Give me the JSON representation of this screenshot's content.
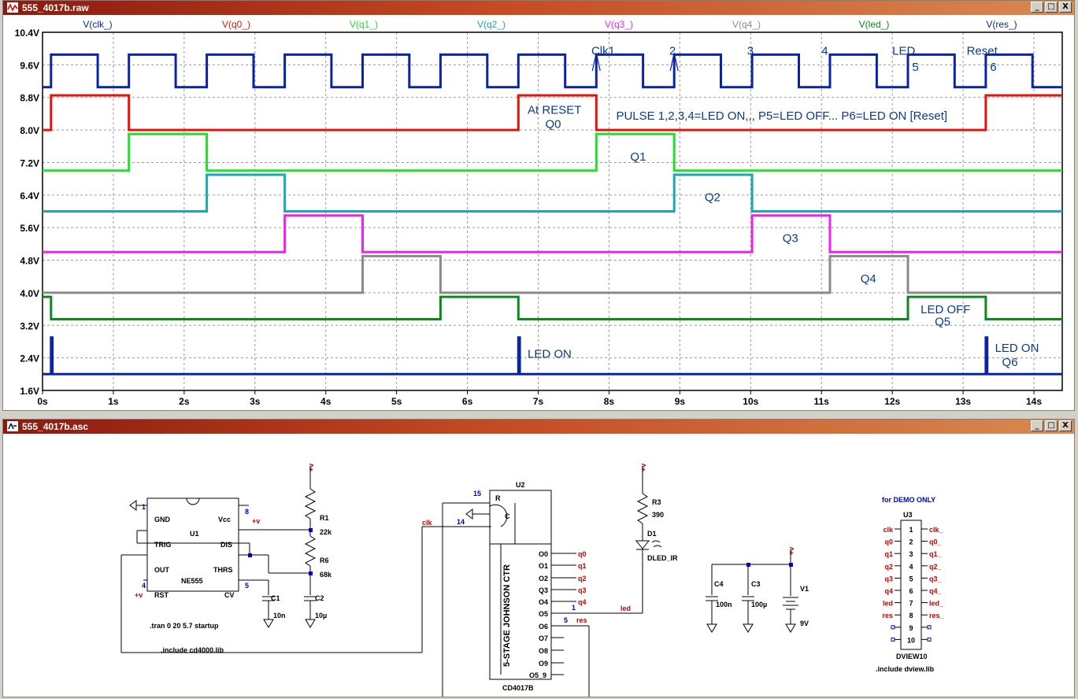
{
  "plot_window": {
    "title": "555_4017b.raw",
    "controls": [
      "_",
      "□",
      "X"
    ]
  },
  "schematic_window": {
    "title": "555_4017b.asc",
    "controls": [
      "_",
      "□",
      "X"
    ]
  },
  "chart_data": {
    "type": "line",
    "y_ticks": [
      "10.4V",
      "9.6V",
      "8.8V",
      "8.0V",
      "7.2V",
      "6.4V",
      "5.6V",
      "4.8V",
      "4.0V",
      "3.2V",
      "2.4V",
      "1.6V"
    ],
    "x_ticks": [
      "0s",
      "1s",
      "2s",
      "3s",
      "4s",
      "5s",
      "6s",
      "7s",
      "8s",
      "9s",
      "10s",
      "11s",
      "12s",
      "13s",
      "14s"
    ],
    "xlim": [
      0,
      14.4
    ],
    "ylim": [
      1.6,
      10.4
    ],
    "grid": true,
    "series": [
      {
        "name": "V(clk_)",
        "color": "#0a23a8",
        "low": 9.05,
        "high": 9.85,
        "points": [
          [
            0,
            9.05
          ],
          [
            0.12,
            9.05
          ],
          [
            0.12,
            9.85
          ],
          [
            0.78,
            9.85
          ],
          [
            0.78,
            9.05
          ],
          [
            1.22,
            9.05
          ],
          [
            1.22,
            9.85
          ],
          [
            1.88,
            9.85
          ],
          [
            1.88,
            9.05
          ],
          [
            2.32,
            9.05
          ],
          [
            2.32,
            9.85
          ],
          [
            2.98,
            9.85
          ],
          [
            2.98,
            9.05
          ],
          [
            3.42,
            9.05
          ],
          [
            3.42,
            9.85
          ],
          [
            4.08,
            9.85
          ],
          [
            4.08,
            9.05
          ],
          [
            4.52,
            9.05
          ],
          [
            4.52,
            9.85
          ],
          [
            5.18,
            9.85
          ],
          [
            5.18,
            9.05
          ],
          [
            5.62,
            9.05
          ],
          [
            5.62,
            9.85
          ],
          [
            6.28,
            9.85
          ],
          [
            6.28,
            9.05
          ],
          [
            6.72,
            9.05
          ],
          [
            6.72,
            9.85
          ],
          [
            7.38,
            9.85
          ],
          [
            7.38,
            9.05
          ],
          [
            7.82,
            9.05
          ],
          [
            7.82,
            9.85
          ],
          [
            8.48,
            9.85
          ],
          [
            8.48,
            9.05
          ],
          [
            8.92,
            9.05
          ],
          [
            8.92,
            9.85
          ],
          [
            9.58,
            9.85
          ],
          [
            9.58,
            9.05
          ],
          [
            10.02,
            9.05
          ],
          [
            10.02,
            9.85
          ],
          [
            10.68,
            9.85
          ],
          [
            10.68,
            9.05
          ],
          [
            11.12,
            9.05
          ],
          [
            11.12,
            9.85
          ],
          [
            11.78,
            9.85
          ],
          [
            11.78,
            9.05
          ],
          [
            12.22,
            9.05
          ],
          [
            12.22,
            9.85
          ],
          [
            12.88,
            9.85
          ],
          [
            12.88,
            9.05
          ],
          [
            13.32,
            9.05
          ],
          [
            13.32,
            9.85
          ],
          [
            13.98,
            9.85
          ],
          [
            13.98,
            9.05
          ],
          [
            14.4,
            9.05
          ]
        ]
      },
      {
        "name": "V(q0_)",
        "color": "#e8120c",
        "points": [
          [
            0,
            8.0
          ],
          [
            0.12,
            8.0
          ],
          [
            0.12,
            8.85
          ],
          [
            1.22,
            8.85
          ],
          [
            1.22,
            8.0
          ],
          [
            6.72,
            8.0
          ],
          [
            6.72,
            8.85
          ],
          [
            7.82,
            8.85
          ],
          [
            7.82,
            8.0
          ],
          [
            13.32,
            8.0
          ],
          [
            13.32,
            8.85
          ],
          [
            14.4,
            8.85
          ]
        ]
      },
      {
        "name": "V(q1_)",
        "color": "#22e02a",
        "points": [
          [
            0,
            7.0
          ],
          [
            1.22,
            7.0
          ],
          [
            1.22,
            7.9
          ],
          [
            2.32,
            7.9
          ],
          [
            2.32,
            7.0
          ],
          [
            7.82,
            7.0
          ],
          [
            7.82,
            7.9
          ],
          [
            8.92,
            7.9
          ],
          [
            8.92,
            7.0
          ],
          [
            14.4,
            7.0
          ]
        ]
      },
      {
        "name": "V(q2_)",
        "color": "#1aa9b0",
        "points": [
          [
            0,
            6.0
          ],
          [
            2.32,
            6.0
          ],
          [
            2.32,
            6.9
          ],
          [
            3.42,
            6.9
          ],
          [
            3.42,
            6.0
          ],
          [
            8.92,
            6.0
          ],
          [
            8.92,
            6.9
          ],
          [
            10.02,
            6.9
          ],
          [
            10.02,
            6.0
          ],
          [
            14.4,
            6.0
          ]
        ]
      },
      {
        "name": "V(q3_)",
        "color": "#ee22ee",
        "points": [
          [
            0,
            5.0
          ],
          [
            3.42,
            5.0
          ],
          [
            3.42,
            5.9
          ],
          [
            4.52,
            5.9
          ],
          [
            4.52,
            5.0
          ],
          [
            10.02,
            5.0
          ],
          [
            10.02,
            5.9
          ],
          [
            11.12,
            5.9
          ],
          [
            11.12,
            5.0
          ],
          [
            14.4,
            5.0
          ]
        ]
      },
      {
        "name": "V(q4_)",
        "color": "#8a8a8a",
        "points": [
          [
            0,
            4.0
          ],
          [
            4.52,
            4.0
          ],
          [
            4.52,
            4.9
          ],
          [
            5.62,
            4.9
          ],
          [
            5.62,
            4.0
          ],
          [
            11.12,
            4.0
          ],
          [
            11.12,
            4.9
          ],
          [
            12.22,
            4.9
          ],
          [
            12.22,
            4.0
          ],
          [
            14.4,
            4.0
          ]
        ]
      },
      {
        "name": "V(led_)",
        "color": "#0a8a1a",
        "points": [
          [
            0,
            3.9
          ],
          [
            0.12,
            3.9
          ],
          [
            0.12,
            3.35
          ],
          [
            5.62,
            3.35
          ],
          [
            5.62,
            3.9
          ],
          [
            6.72,
            3.9
          ],
          [
            6.72,
            3.35
          ],
          [
            12.22,
            3.35
          ],
          [
            12.22,
            3.9
          ],
          [
            13.32,
            3.9
          ],
          [
            13.32,
            3.35
          ],
          [
            14.4,
            3.35
          ]
        ]
      },
      {
        "name": "V(res_)",
        "color": "#0a23a8",
        "points": [
          [
            0,
            2.0
          ],
          [
            0.12,
            2.0
          ],
          [
            0.12,
            2.9
          ],
          [
            0.14,
            2.9
          ],
          [
            0.14,
            2.0
          ],
          [
            6.72,
            2.0
          ],
          [
            6.72,
            2.9
          ],
          [
            6.74,
            2.9
          ],
          [
            6.74,
            2.0
          ],
          [
            13.32,
            2.0
          ],
          [
            13.32,
            2.9
          ],
          [
            13.34,
            2.9
          ],
          [
            13.34,
            2.0
          ],
          [
            14.4,
            2.0
          ]
        ]
      }
    ],
    "annotations": [
      {
        "text": "Clk1",
        "x": 7.75,
        "y": 9.85,
        "color": "#0a3a8a"
      },
      {
        "text": "2",
        "x": 8.85,
        "y": 9.85,
        "color": "#0a3a8a"
      },
      {
        "text": "3",
        "x": 9.95,
        "y": 9.85,
        "color": "#0a3a8a"
      },
      {
        "text": "4",
        "x": 11.0,
        "y": 9.85,
        "color": "#0a3a8a"
      },
      {
        "text": "LED",
        "x": 12.0,
        "y": 9.85,
        "color": "#0a3a8a"
      },
      {
        "text": "5",
        "x": 12.28,
        "y": 9.45,
        "color": "#0a3a8a"
      },
      {
        "text": "Reset",
        "x": 13.05,
        "y": 9.85,
        "color": "#0a3a8a"
      },
      {
        "text": "6",
        "x": 13.38,
        "y": 9.45,
        "color": "#0a3a8a"
      },
      {
        "text": "At RESET",
        "x": 6.85,
        "y": 8.4,
        "color": "#0a3a8a"
      },
      {
        "text": "Q0",
        "x": 7.1,
        "y": 8.05,
        "color": "#0a3a8a"
      },
      {
        "text": "PULSE 1,2,3,4=LED ON,,, P5=LED OFF... P6=LED ON [Reset]",
        "x": 8.1,
        "y": 8.25,
        "color": "#0a3a8a"
      },
      {
        "text": "Q1",
        "x": 8.3,
        "y": 7.25,
        "color": "#0a3a8a"
      },
      {
        "text": "Q2",
        "x": 9.35,
        "y": 6.25,
        "color": "#0a3a8a"
      },
      {
        "text": "Q3",
        "x": 10.45,
        "y": 5.25,
        "color": "#0a3a8a"
      },
      {
        "text": "Q4",
        "x": 11.55,
        "y": 4.25,
        "color": "#0a3a8a"
      },
      {
        "text": "LED OFF",
        "x": 12.4,
        "y": 3.5,
        "color": "#0a3a8a"
      },
      {
        "text": "Q5",
        "x": 12.6,
        "y": 3.2,
        "color": "#0a3a8a"
      },
      {
        "text": "LED ON",
        "x": 6.85,
        "y": 2.4,
        "color": "#0a3a8a"
      },
      {
        "text": "LED ON",
        "x": 13.45,
        "y": 2.55,
        "color": "#0a3a8a"
      },
      {
        "text": "Q6",
        "x": 13.55,
        "y": 2.2,
        "color": "#0a3a8a"
      }
    ]
  },
  "schematic": {
    "u1": {
      "ref": "U1",
      "part": "NE555",
      "pins": {
        "gnd": "GND",
        "trig": "TRIG",
        "out": "OUT",
        "rst": "RST",
        "vcc": "Vcc",
        "dis": "DIS",
        "thrs": "THRS",
        "cv": "CV"
      },
      "pin_nums": [
        "1",
        "8",
        "4",
        "5"
      ]
    },
    "r1": {
      "ref": "R1",
      "value": "22k"
    },
    "r6": {
      "ref": "R6",
      "value": "68k"
    },
    "c1": {
      "ref": "C1",
      "value": "10n"
    },
    "c2": {
      "ref": "C2",
      "value": "10µ"
    },
    "vplus": "+v",
    "directives": [
      ".tran 0 20 5.7 startup",
      ".include cd4000.lib",
      ".include dview.lib"
    ],
    "u2": {
      "ref": "U2",
      "part": "CD4017B",
      "body": "5-STAGE JOHNSON CTR",
      "r": "R",
      "c": "C",
      "pin15": "15",
      "pin14": "14",
      "pin1": "1",
      "pin5": "5",
      "outputs": [
        "O0",
        "O1",
        "O2",
        "Q3",
        "O4",
        "O5",
        "O6",
        "O7",
        "O8",
        "O9",
        "O5_9"
      ]
    },
    "nets": {
      "clk": "clk",
      "q0": "q0",
      "q1": "q1",
      "q2": "q2",
      "q3": "q3",
      "q4": "q4",
      "led": "led",
      "res": "res"
    },
    "r3": {
      "ref": "R3",
      "value": "390"
    },
    "d1": {
      "ref": "D1",
      "value": "DLED_IR"
    },
    "c4": {
      "ref": "C4",
      "value": "100n"
    },
    "c3": {
      "ref": "C3",
      "value": "100µ"
    },
    "v1": {
      "ref": "V1",
      "value": "9V"
    },
    "u3": {
      "ref": "U3",
      "part": "DVIEW10",
      "note": "for DEMO ONLY",
      "left": [
        "clk",
        "q0",
        "q1",
        "q2",
        "q3",
        "q4",
        "led",
        "res"
      ],
      "right": [
        "clk_",
        "q0_",
        "q1_",
        "q2_",
        "q3_",
        "q4_",
        "led_",
        "res_"
      ],
      "nums": [
        "1",
        "2",
        "3",
        "4",
        "5",
        "6",
        "7",
        "8",
        "9",
        "10"
      ]
    }
  }
}
